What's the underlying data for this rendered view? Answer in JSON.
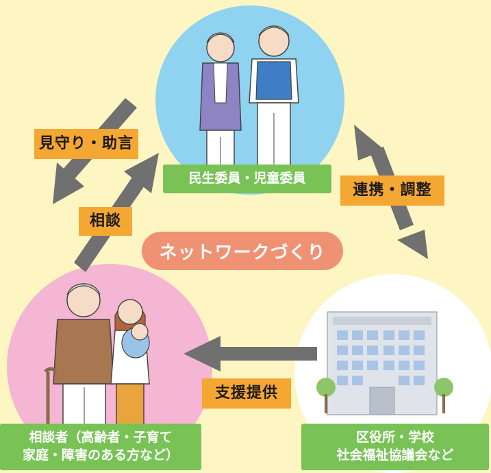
{
  "nodes": {
    "top": {
      "label": "民生委員・児童委員"
    },
    "left": {
      "label_line1": "相談者（高齢者・子育て",
      "label_line2": "家庭・障害のある方など）"
    },
    "right": {
      "label_line1": "区役所・学校",
      "label_line2": "社会福祉協議会など"
    }
  },
  "center": {
    "label": "ネットワークづくり"
  },
  "edges": {
    "mimamori": "見守り・助言",
    "soudan": "相談",
    "renkei": "連携・調整",
    "shien": "支援提供"
  },
  "colors": {
    "background": "#fdf6c3",
    "top_circle": "#8fd3f0",
    "left_circle": "#f4b6d2",
    "right_circle": "#ffffff",
    "label_box": "#78c256",
    "edge_tag": "#f5a733",
    "center_pill": "#ef9274",
    "arrow": "#707070"
  },
  "icons": [
    "elderly-couple-icon",
    "grandfather-icon",
    "mother-baby-icon",
    "office-building-icon"
  ]
}
